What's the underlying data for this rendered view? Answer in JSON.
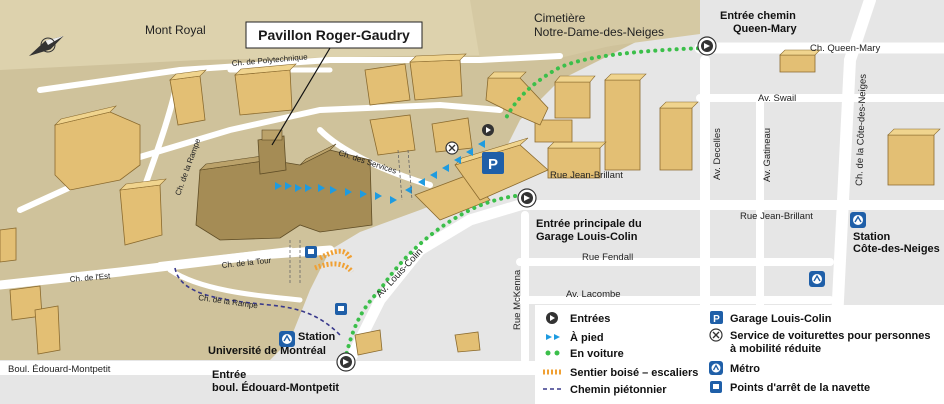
{
  "title": "Pavillon Roger-Gaudry",
  "places": {
    "mont_royal": "Mont Royal",
    "cemetery_l1": "Cimetière",
    "cemetery_l2": "Notre-Dame-des-Neiges",
    "entrance_qm_l1": "Entrée chemin",
    "entrance_qm_l2": "Queen-Mary",
    "entrance_main_l1": "Entrée principale du",
    "entrance_main_l2": "Garage Louis-Colin",
    "entrance_em_l1": "Entrée",
    "entrance_em_l2": "boul. Édouard-Montpetit",
    "station_udm_l1": "Station",
    "station_udm_l2": "Université de Montréal",
    "station_cdn_l1": "Station",
    "station_cdn_l2": "Côte-des-Neiges"
  },
  "streets": {
    "queen_mary": "Ch. Queen-Mary",
    "swail": "Av. Swail",
    "decelles": "Av. Decelles",
    "gatineau": "Av. Gatineau",
    "cote_des_neiges": "Ch. de la Côte-des-Neiges",
    "jean_brillant_1": "Rue Jean-Brillant",
    "jean_brillant_2": "Rue Jean-Brillant",
    "fendall": "Rue Fendall",
    "lacombe": "Av. Lacombe",
    "mckenna": "Rue McKenna",
    "louis_colin": "Av. Louis-Colin",
    "edouard_montpetit": "Boul. Édouard-Montpetit",
    "ch_est": "Ch. de l'Est",
    "ch_tour": "Ch. de la Tour",
    "ch_rampe_1": "Ch. de la Rampe",
    "ch_rampe_2": "Ch. de la Rampe",
    "ch_polytechnique": "Ch. de Polytechnique",
    "ch_services": "Ch. des Services"
  },
  "legend": {
    "entrees": "Entrées",
    "a_pied": "À pied",
    "en_voiture": "En voiture",
    "sentier": "Sentier boisé – escaliers",
    "chemin": "Chemin piétonnier",
    "garage": "Garage Louis-Colin",
    "voiturettes_l1": "Service de voiturettes pour personnes",
    "voiturettes_l2": "à mobilité réduite",
    "metro": "Métro",
    "navette": "Points d'arrêt de la navette"
  },
  "icons": {
    "parking_letter": "P"
  },
  "colors": {
    "terrain": "#cfc29b",
    "road": "#ffffff",
    "city_block": "#e6e6e6",
    "building": "#e3bf74",
    "highlight_building": "#a58c55",
    "car_route": "#3bbf4a",
    "walk_route": "#1e9be0",
    "trail": "#f0a033",
    "footpath": "#3a3a8c",
    "parking": "#1f5fa8",
    "metro": "#1f5fa8"
  }
}
